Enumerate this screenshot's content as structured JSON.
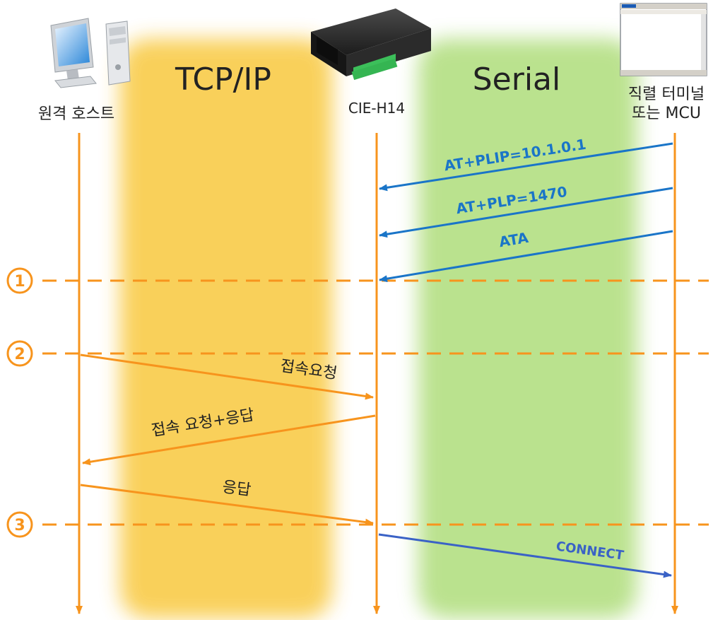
{
  "zones": {
    "tcpip": {
      "label": "TCP/IP",
      "color": "#f8c533"
    },
    "serial": {
      "label": "Serial",
      "color": "#9ed65f"
    }
  },
  "actors": {
    "remote_host": {
      "label": "원격 호스트",
      "icon": "computer-icon"
    },
    "device": {
      "label": "CIE-H14",
      "icon": "device-box-icon"
    },
    "terminal": {
      "label_line1": "직렬 터미널",
      "label_line2": "또는 MCU",
      "icon": "terminal-window-icon"
    }
  },
  "steps": [
    {
      "number": "1"
    },
    {
      "number": "2"
    },
    {
      "number": "3"
    }
  ],
  "messages": {
    "at_plip": "AT+PLIP=10.1.0.1",
    "at_plp": "AT+PLP=1470",
    "ata": "ATA",
    "connect_request": "접속요청",
    "connect_request_response": "접속 요청+응답",
    "response": "응답",
    "connect": "CONNECT"
  },
  "colors": {
    "lifeline": "#f7941d",
    "serial_arrow": "#1a75c8",
    "connect_arrow": "#3a62c6",
    "step_line": "#f7941d"
  }
}
